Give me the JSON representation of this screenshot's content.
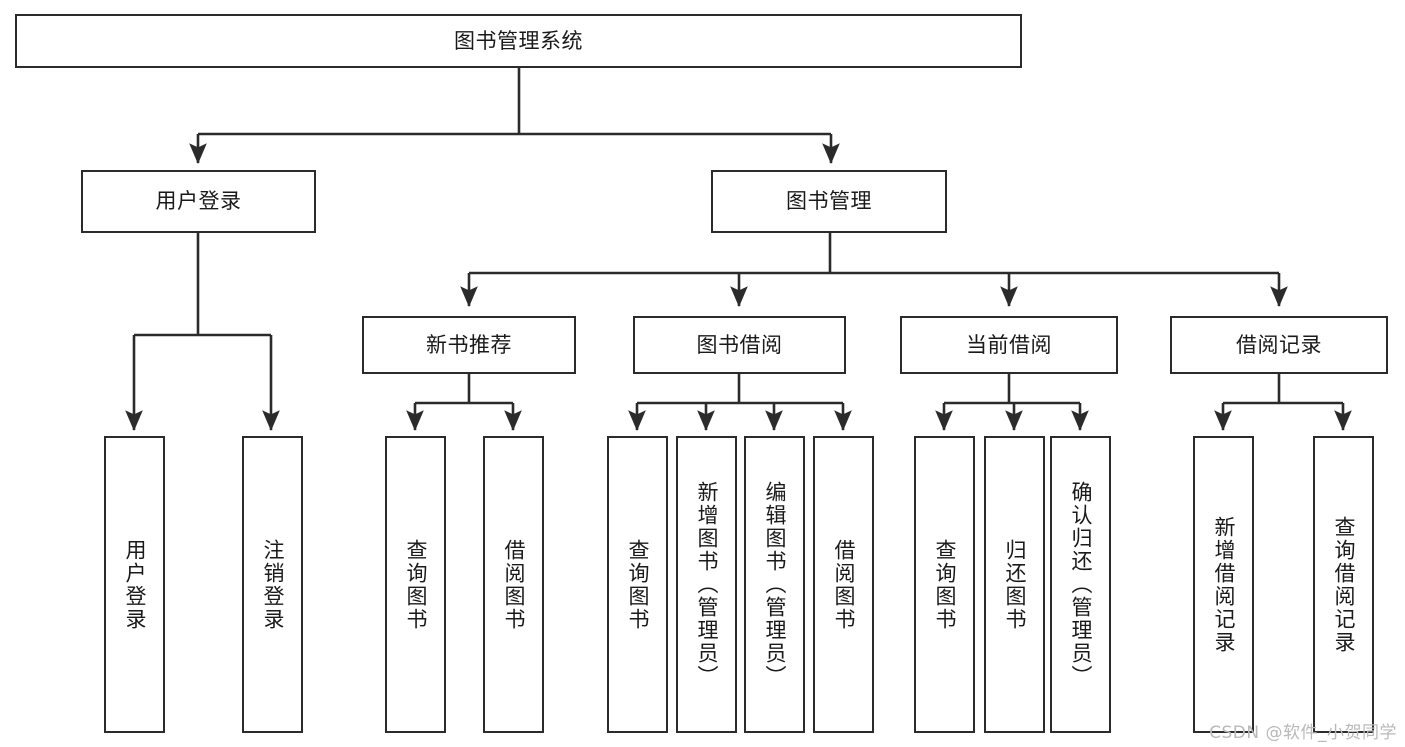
{
  "diagram": {
    "title": "图书管理系统",
    "watermark": "CSDN @软件_小贺同学",
    "colors": {
      "box_border": "#2b2b2b",
      "box_fill": "#ffffff",
      "edge": "#2b2b2b",
      "text": "#1a1a1a",
      "watermark": "#b9b9b9",
      "background": "#ffffff"
    },
    "nodes": {
      "root": {
        "label": "图书管理系统"
      },
      "level2": [
        {
          "id": "user-login",
          "label": "用户登录"
        },
        {
          "id": "book-management",
          "label": "图书管理"
        }
      ],
      "level3": [
        {
          "id": "new-book-recommend",
          "label": "新书推荐"
        },
        {
          "id": "book-borrow",
          "label": "图书借阅"
        },
        {
          "id": "current-borrow",
          "label": "当前借阅"
        },
        {
          "id": "borrow-record",
          "label": "借阅记录"
        }
      ],
      "leaves": {
        "user-login": [
          {
            "id": "leaf-user-login",
            "label": "用户登录"
          },
          {
            "id": "leaf-logout-login",
            "label": "注销登录"
          }
        ],
        "new-book-recommend": [
          {
            "id": "leaf-query-book-1",
            "label": "查询图书"
          },
          {
            "id": "leaf-borrow-book-1",
            "label": "借阅图书"
          }
        ],
        "book-borrow": [
          {
            "id": "leaf-query-book-2",
            "label": "查询图书"
          },
          {
            "id": "leaf-add-book",
            "label": "新增图书（管理员）"
          },
          {
            "id": "leaf-edit-book",
            "label": "编辑图书（管理员）"
          },
          {
            "id": "leaf-borrow-book-2",
            "label": "借阅图书"
          }
        ],
        "current-borrow": [
          {
            "id": "leaf-query-book-3",
            "label": "查询图书"
          },
          {
            "id": "leaf-return-book",
            "label": "归还图书"
          },
          {
            "id": "leaf-confirm-return",
            "label": "确认归还（管理员）"
          }
        ],
        "borrow-record": [
          {
            "id": "leaf-add-record",
            "label": "新增借阅记录"
          },
          {
            "id": "leaf-query-record",
            "label": "查询借阅记录"
          }
        ]
      }
    }
  }
}
